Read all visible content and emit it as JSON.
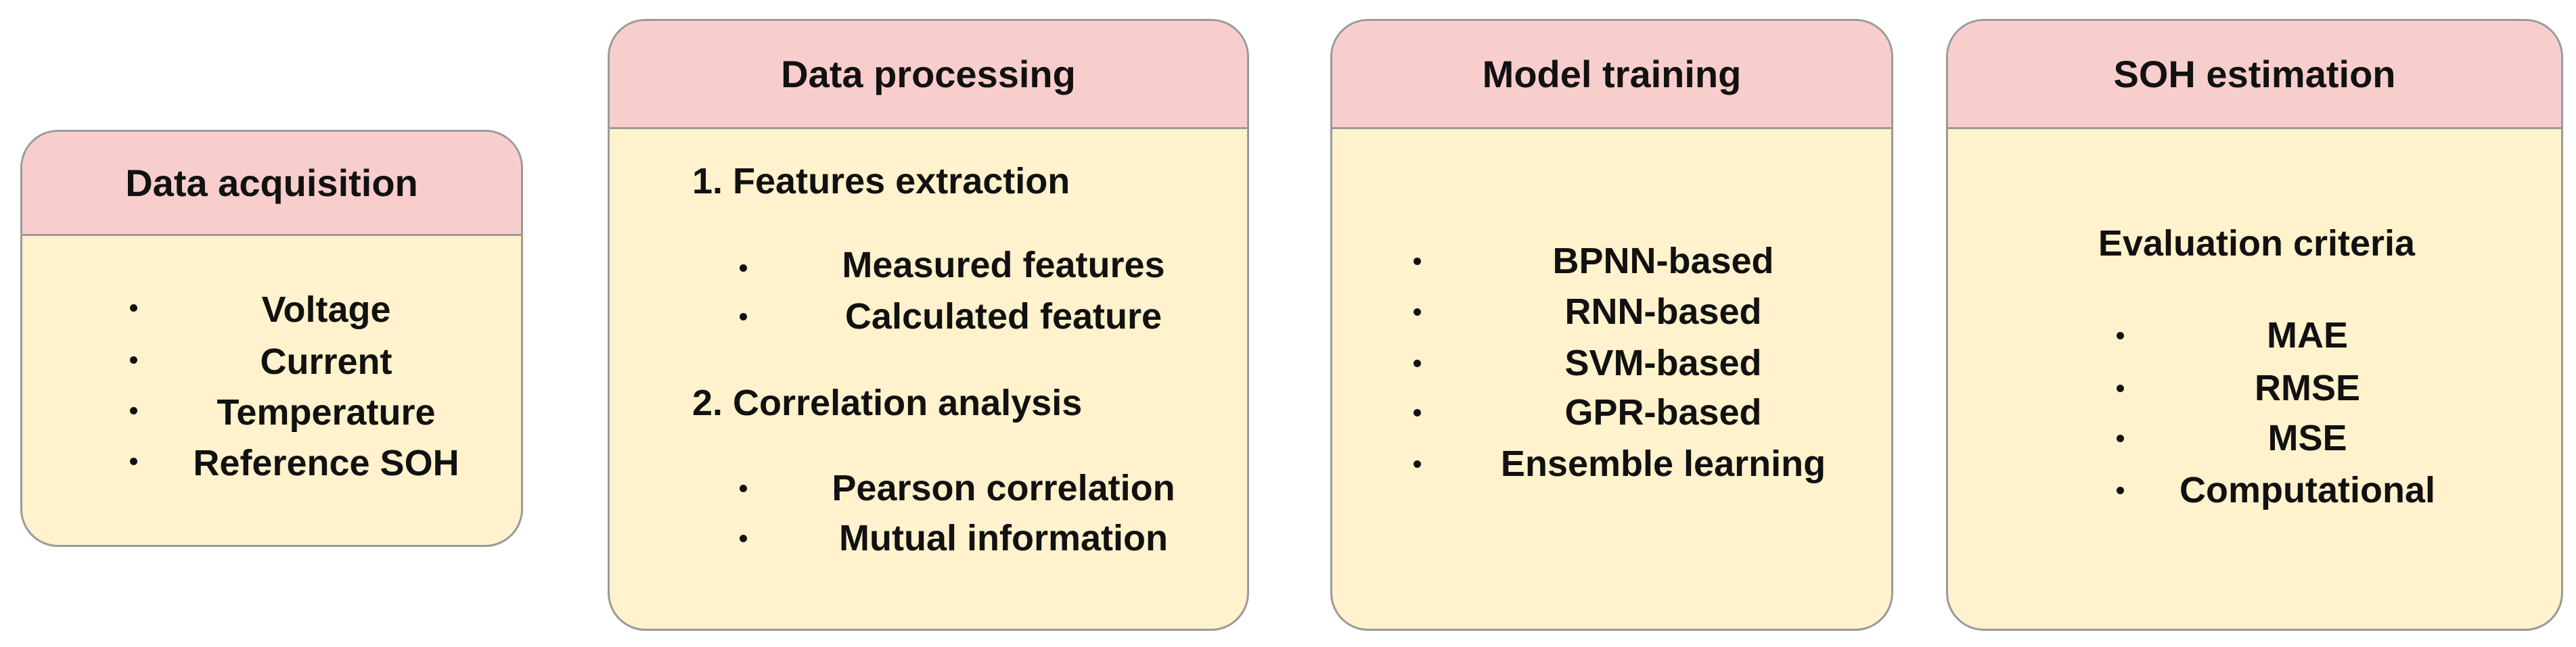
{
  "colors": {
    "card_fill": "#fff2cc",
    "header_fill": "#f8cecc",
    "border": "#9a9a9a",
    "text": "#111111"
  },
  "data_acquisition": {
    "title": "Data acquisition",
    "items": [
      "Voltage",
      "Current",
      "Temperature",
      "Reference SOH"
    ]
  },
  "data_processing": {
    "title": "Data processing",
    "step1": "1. Features extraction",
    "step1_items": [
      "Measured features",
      "Calculated feature"
    ],
    "step2": "2. Correlation analysis",
    "step2_items": [
      "Pearson correlation",
      "Mutual information"
    ]
  },
  "model_training": {
    "title": "Model training",
    "items": [
      "BPNN-based",
      "RNN-based",
      "SVM-based",
      "GPR-based",
      "Ensemble learning"
    ]
  },
  "soh_estimation": {
    "title": "SOH estimation",
    "subtitle": "Evaluation criteria",
    "items": [
      "MAE",
      "RMSE",
      "MSE",
      "Computational"
    ]
  }
}
